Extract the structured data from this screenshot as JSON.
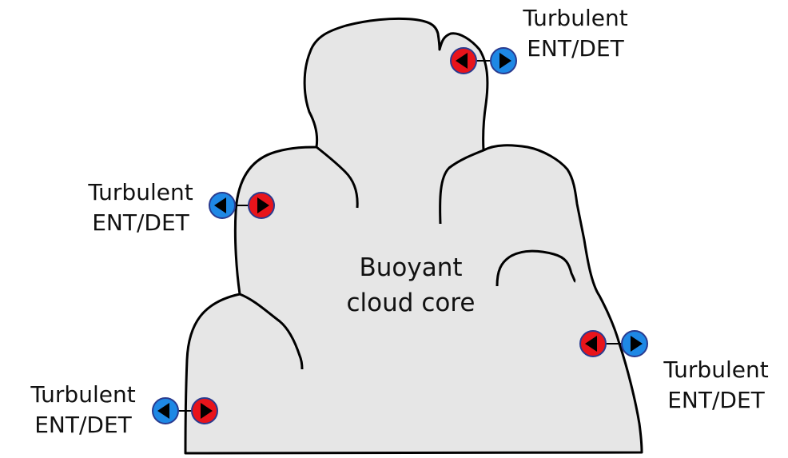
{
  "core_label": {
    "line1": "Buoyant",
    "line2": "cloud core"
  },
  "annotations": [
    {
      "line1": "Turbulent",
      "line2": "ENT/DET"
    },
    {
      "line1": "Turbulent",
      "line2": "ENT/DET"
    },
    {
      "line1": "Turbulent",
      "line2": "ENT/DET"
    },
    {
      "line1": "Turbulent",
      "line2": "ENT/DET"
    }
  ],
  "colors": {
    "cloud_fill": "#e6e6e6",
    "cloud_outline": "#000000",
    "entrainment_red": "#e8141b",
    "detrainment_blue": "#1e88e5",
    "arrow_head": "#000000"
  },
  "icons": {
    "red_marker": "left-arrow-circle-red",
    "blue_marker": "right-arrow-circle-blue"
  }
}
